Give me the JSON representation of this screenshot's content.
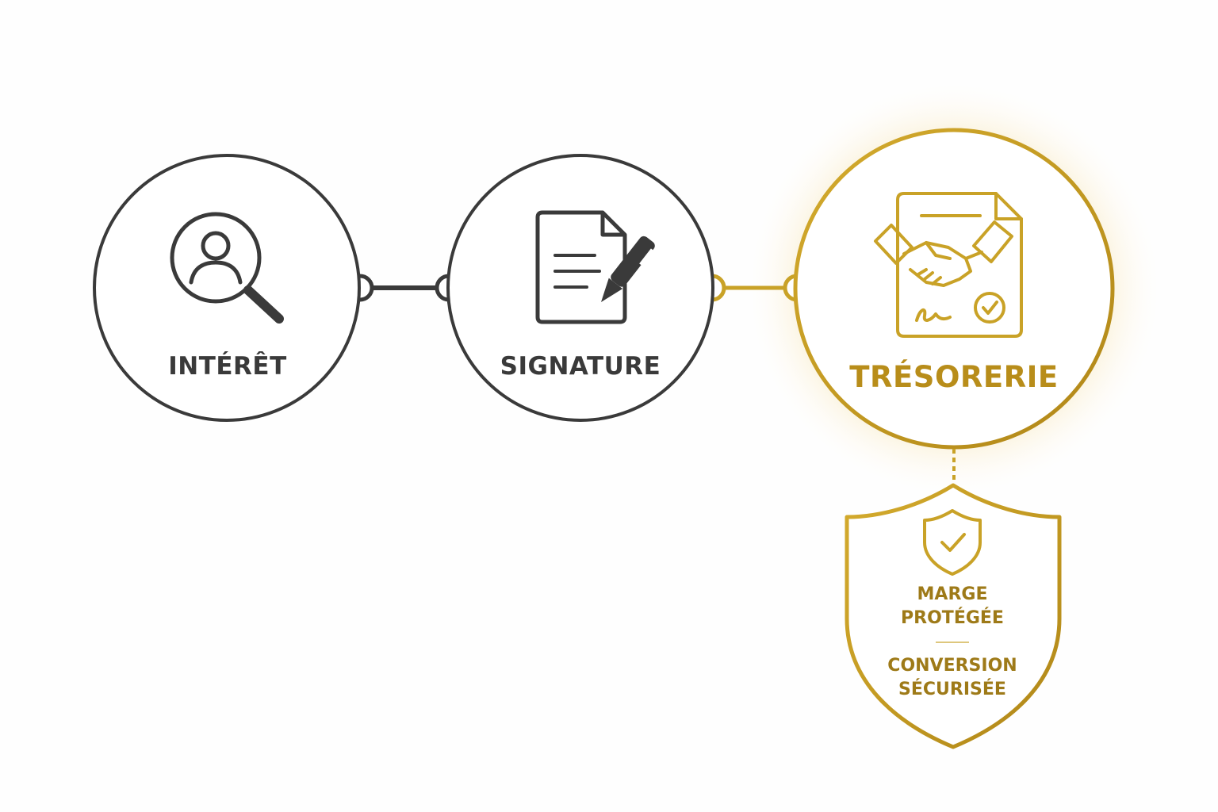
{
  "steps": [
    {
      "label": "INTÉRÊT",
      "icon": "user-search-icon"
    },
    {
      "label": "SIGNATURE",
      "icon": "document-pen-icon"
    },
    {
      "label": "TRÉSORERIE",
      "icon": "handshake-contract-icon"
    }
  ],
  "shield": {
    "icon": "shield-check-icon",
    "line1a": "MARGE",
    "line1b": "PROTÉGÉE",
    "line2a": "CONVERSION",
    "line2b": "SÉCURISÉE"
  },
  "colors": {
    "dark": "#3a3a3a",
    "gold": "#c9a227",
    "gold_dark": "#a8801a",
    "glow": "#f3c766"
  }
}
